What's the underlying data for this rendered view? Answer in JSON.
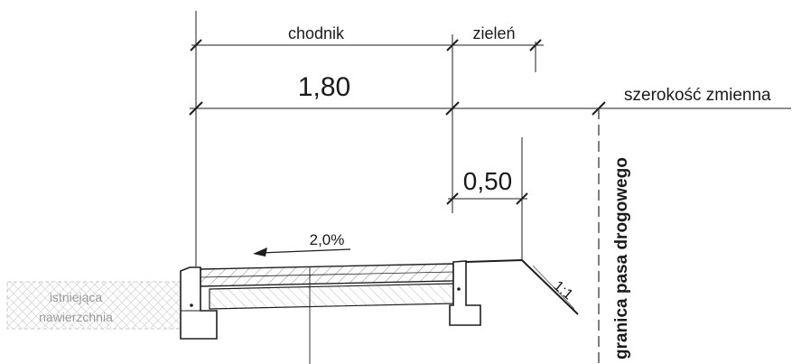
{
  "labels": {
    "chodnik": "chodnik",
    "zielen": "zieleń",
    "width_sidewalk": "1,80",
    "variable_width": "szerokość zmienna",
    "width_green": "0,50",
    "slope": "2,0%",
    "embankment_ratio": "1:1",
    "existing_surface_line1": "istniejąca",
    "existing_surface_line2": "nawierzchnia",
    "road_boundary": "granica pasa drogowego"
  }
}
